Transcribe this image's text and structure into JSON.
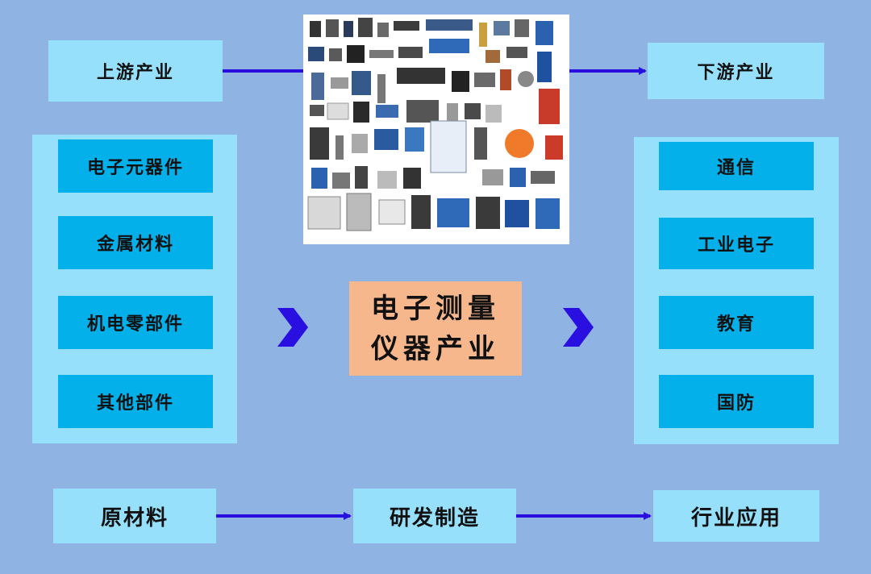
{
  "upstream": "上游产业",
  "downstream": "下游产业",
  "left_items": [
    "电子元器件",
    "金属材料",
    "机电零部件",
    "其他部件"
  ],
  "right_items": [
    "通信",
    "工业电子",
    "教育",
    "国防"
  ],
  "center_lines": [
    "电子测量",
    "仪器产业"
  ],
  "flow": [
    "原材料",
    "研发制造",
    "行业应用"
  ],
  "colors": {
    "background": "#8fb3e2",
    "light_box": "#97e0fb",
    "item_box": "#03b0ea",
    "center_box": "#f7b78d",
    "arrow": "#2a10e0"
  }
}
